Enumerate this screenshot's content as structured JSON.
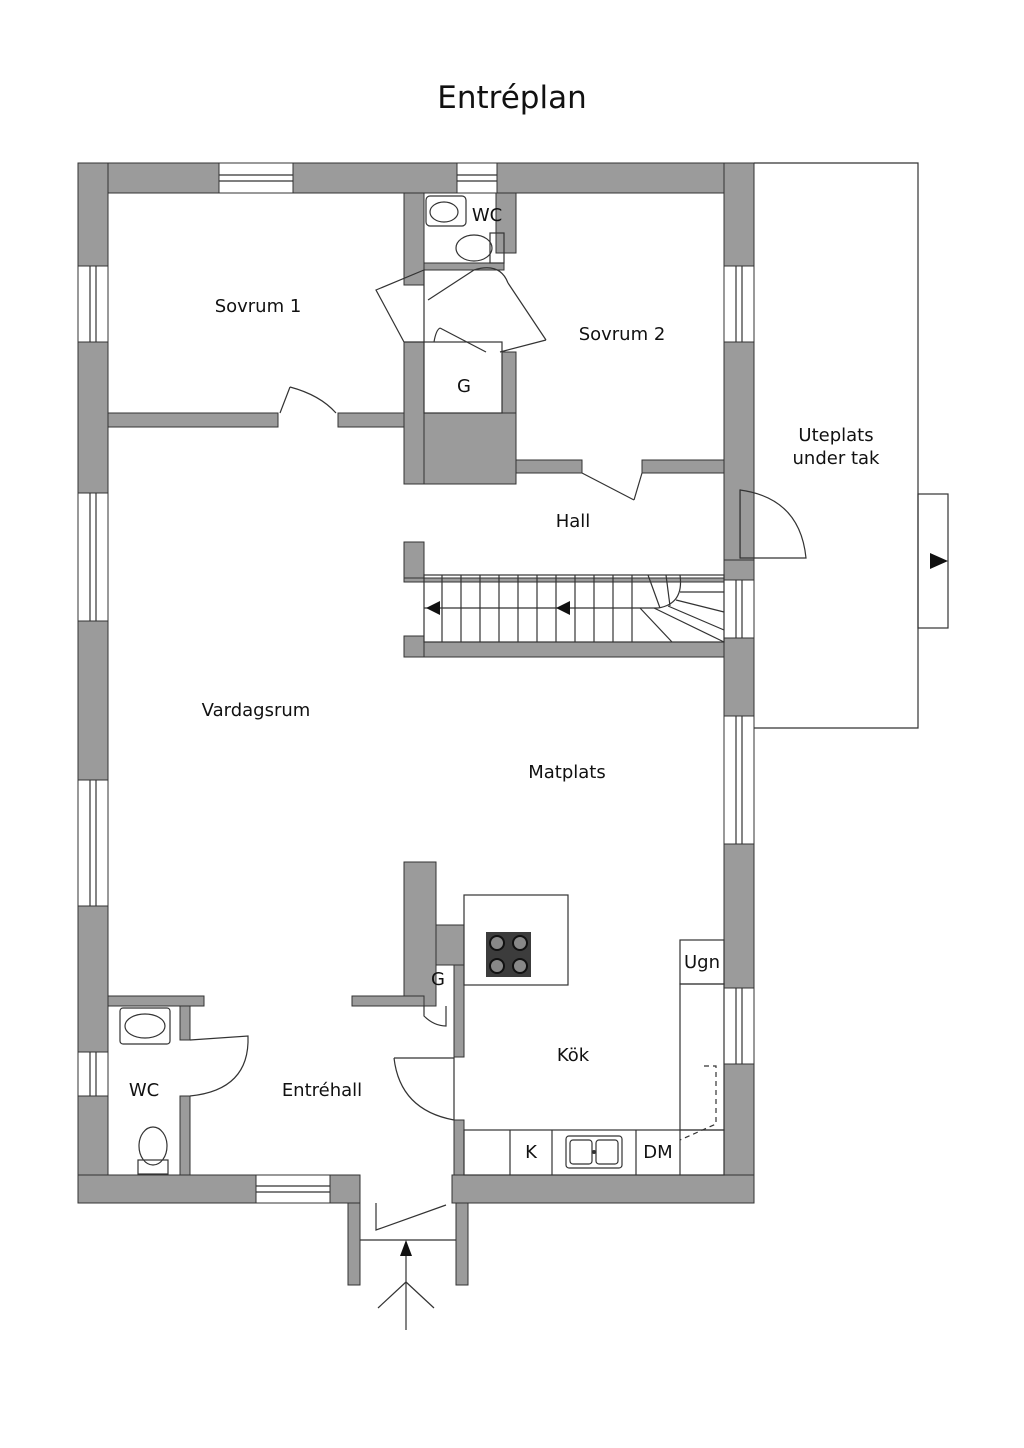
{
  "title": "Entréplan",
  "rooms": {
    "sovrum1": "Sovrum 1",
    "wc_top": "WC",
    "g_top": "G",
    "sovrum2": "Sovrum 2",
    "uteplats_line1": "Uteplats",
    "uteplats_line2": "under tak",
    "hall": "Hall",
    "vardagsrum": "Vardagsrum",
    "matplats": "Matplats",
    "g_bottom": "G",
    "ugn": "Ugn",
    "kok": "Kök",
    "wc_bottom": "WC",
    "entrehall": "Entréhall",
    "k": "K",
    "dm": "DM"
  },
  "colors": {
    "wall": "#9b9b9b",
    "line": "#333333"
  }
}
